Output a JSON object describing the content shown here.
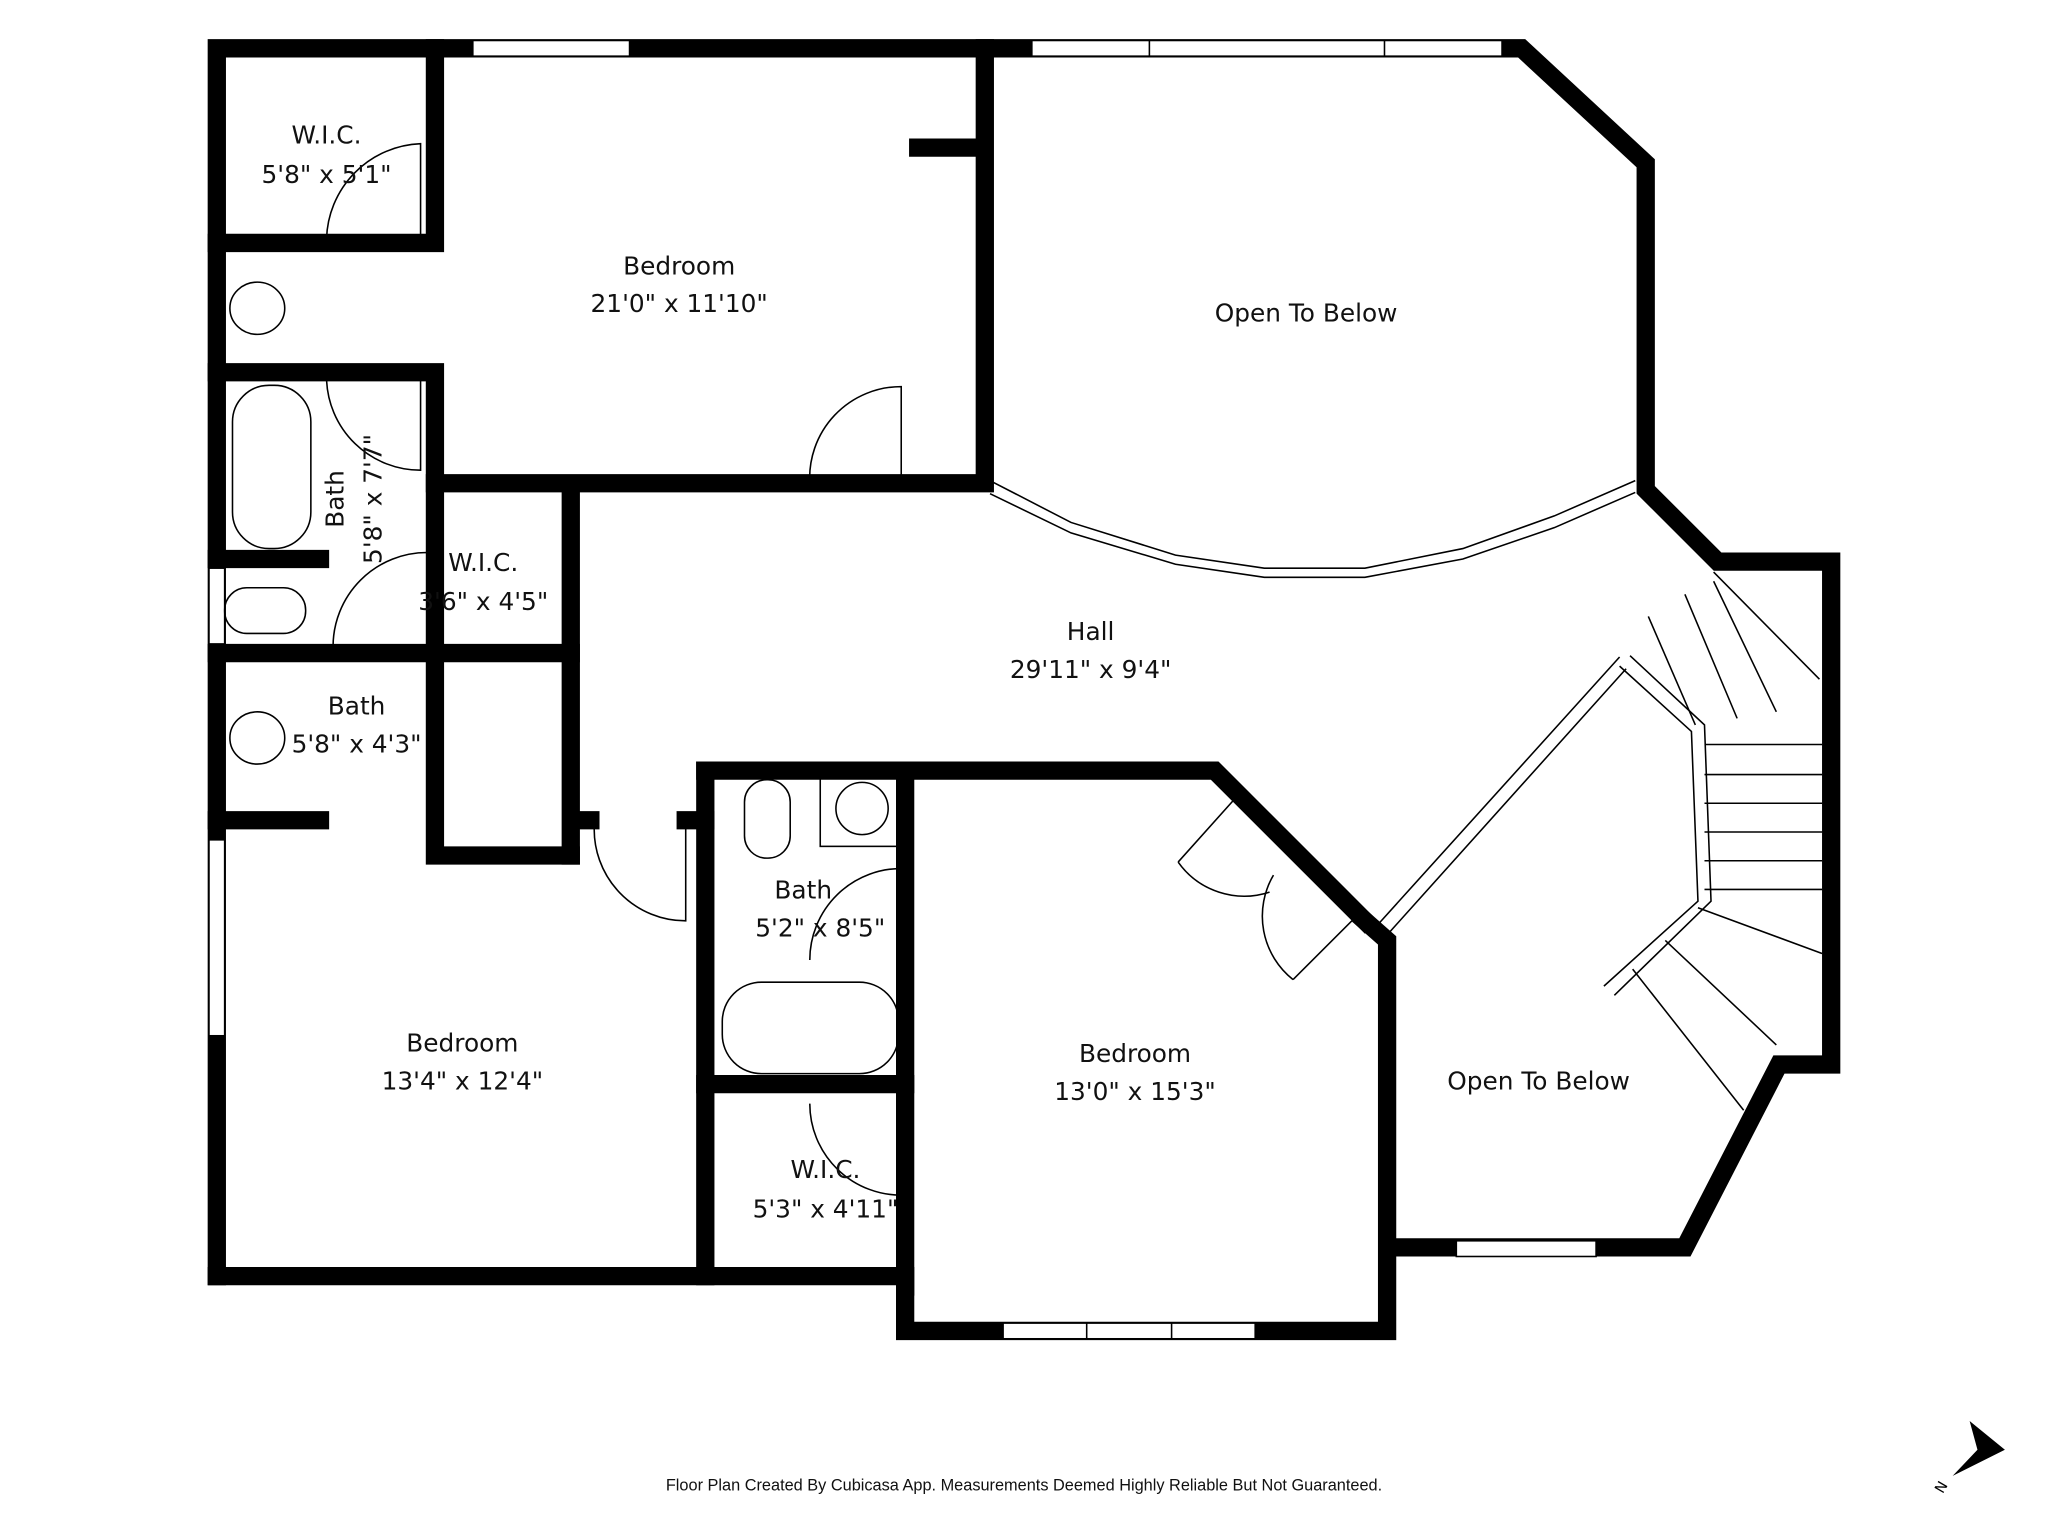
{
  "rooms": {
    "wic_top": {
      "name": "W.I.C.",
      "size": "5'8\" x 5'1\""
    },
    "bedroom_top": {
      "name": "Bedroom",
      "size": "21'0\" x 11'10\""
    },
    "open_top": {
      "name": "Open To Below"
    },
    "bath_vertical": {
      "name": "Bath",
      "size": "5'8\" x 7'7\""
    },
    "wic_mid": {
      "name": "W.I.C.",
      "size": "3'6\" x 4'5\""
    },
    "hall": {
      "name": "Hall",
      "size": "29'11\" x 9'4\""
    },
    "bath_small": {
      "name": "Bath",
      "size": "5'8\" x 4'3\""
    },
    "bath_center": {
      "name": "Bath",
      "size": "5'2\" x 8'5\""
    },
    "bedroom_left": {
      "name": "Bedroom",
      "size": "13'4\" x 12'4\""
    },
    "bedroom_center": {
      "name": "Bedroom",
      "size": "13'0\" x 15'3\""
    },
    "open_right": {
      "name": "Open To Below"
    },
    "wic_bottom": {
      "name": "W.I.C.",
      "size": "5'3\" x 4'11\""
    }
  },
  "footer": {
    "disclaimer": "Floor Plan Created By Cubicasa App. Measurements Deemed Highly Reliable But Not Guaranteed."
  },
  "compass": {
    "label": "N",
    "icon": "north-arrow-icon"
  }
}
